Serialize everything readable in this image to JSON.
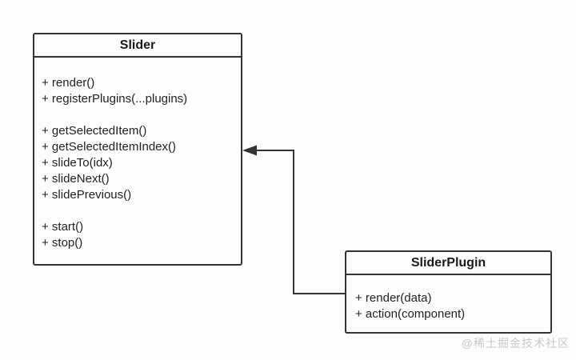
{
  "diagram": {
    "type": "uml-class-diagram",
    "slider_class": {
      "title": "Slider",
      "group1": [
        "+ render()",
        "+ registerPlugins(...plugins)"
      ],
      "group2": [
        "+ getSelectedItem()",
        "+ getSelectedItemIndex()",
        "+ slideTo(idx)",
        "+ slideNext()",
        "+ slidePrevious()"
      ],
      "group3": [
        "+ start()",
        "+ stop()"
      ]
    },
    "plugin_class": {
      "title": "SliderPlugin",
      "group1": [
        "+ render(data)",
        "+ action(component)"
      ]
    },
    "connector": {
      "type": "directed-association",
      "from": "SliderPlugin",
      "to": "Slider",
      "arrow_direction": "left"
    },
    "colors": {
      "line": "#333333",
      "text": "#1f1f1f",
      "background": "#fdfdfd",
      "watermark": "#c7c9cc"
    }
  },
  "watermark": "@稀土掘金技术社区"
}
